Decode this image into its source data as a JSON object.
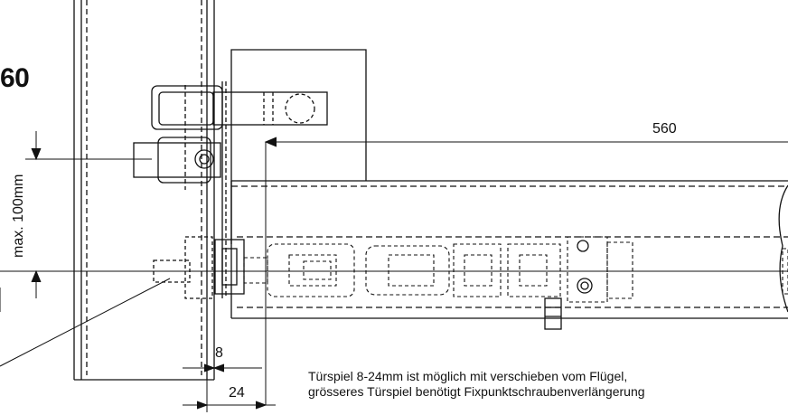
{
  "drawing": {
    "title": "60",
    "dimensions": {
      "length": "560",
      "max_offset": "max. 100mm",
      "gap_min": "8",
      "gap_max": "24"
    },
    "note": {
      "line1": "Türspiel 8-24mm ist möglich mit verschieben vom Flügel,",
      "line2": "grösseres Türspiel benötigt Fixpunktschraubenverlängerung"
    }
  }
}
